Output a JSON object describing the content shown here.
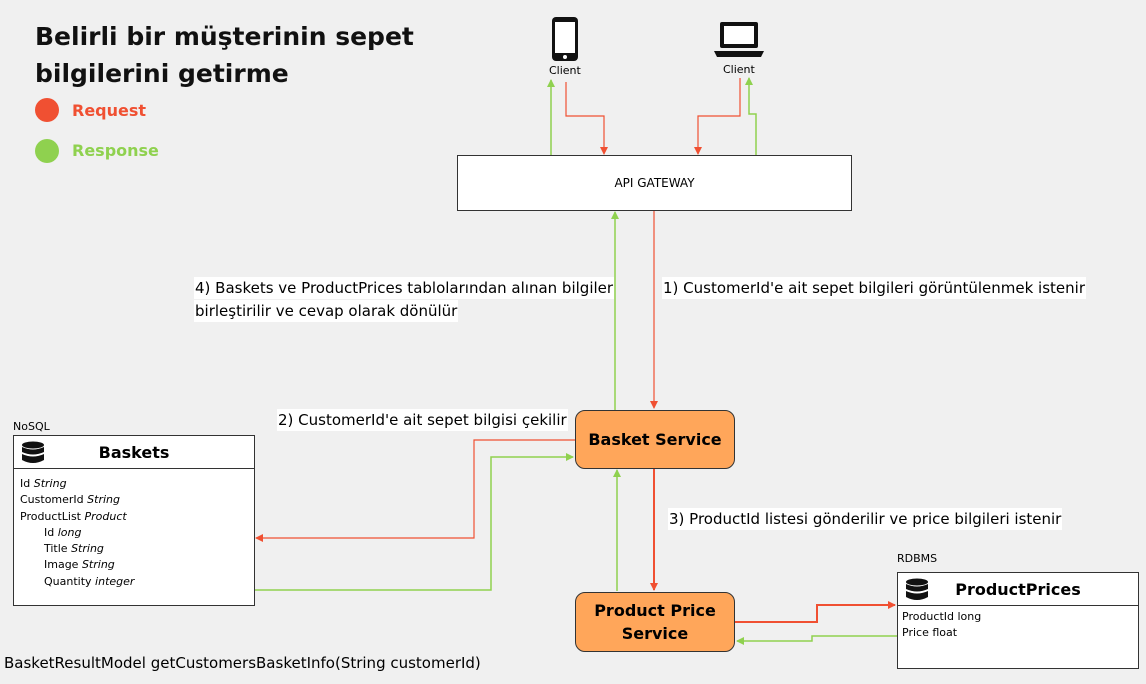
{
  "title_line1": "Belirli bir müşterinin sepet",
  "title_line2": "bilgilerini getirme",
  "legend": {
    "request": {
      "label": "Request",
      "color": "#f05032"
    },
    "response": {
      "label": "Response",
      "color": "#8fd14f"
    }
  },
  "clients": [
    {
      "label": "Client",
      "icon": "smartphone-icon"
    },
    {
      "label": "Client",
      "icon": "laptop-icon"
    }
  ],
  "gateway_label": "API GATEWAY",
  "steps": {
    "s1": "1) CustomerId'e ait sepet bilgileri görüntülenmek istenir",
    "s2": "2) CustomerId'e ait sepet bilgisi çekilir",
    "s3": "3) ProductId listesi gönderilir ve price bilgileri istenir",
    "s4_line1": "4) Baskets ve ProductPrices tablolarından alınan bilgiler",
    "s4_line2": "birleştirilir ve cevap olarak dönülür"
  },
  "basket_service": "Basket Service",
  "product_price_service_line1": "Product Price",
  "product_price_service_line2": "Service",
  "baskets": {
    "db_type": "NoSQL",
    "name": "Baskets",
    "fields": [
      {
        "name": "Id",
        "type": "String"
      },
      {
        "name": "CustomerId",
        "type": "String"
      },
      {
        "name": "ProductList",
        "type": "Product"
      },
      {
        "name": "Id",
        "type": "long"
      },
      {
        "name": "Title",
        "type": "String"
      },
      {
        "name": "Image",
        "type": "String"
      },
      {
        "name": "Quantity",
        "type": "integer"
      }
    ]
  },
  "product_prices": {
    "db_type": "RDBMS",
    "name": "ProductPrices",
    "fields": [
      "ProductId long",
      "Price float"
    ]
  },
  "footer": "BasketResultModel getCustomersBasketInfo(String customerId)"
}
